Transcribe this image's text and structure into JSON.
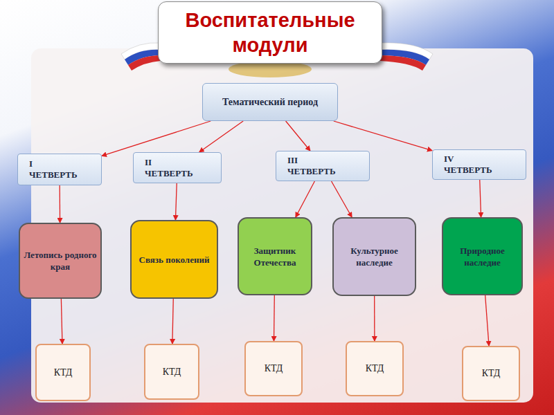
{
  "diagram": {
    "title": "Воспитательные модули",
    "nodes": [
      {
        "text": [
          "Тематический период"
        ]
      },
      {
        "text": [
          "I ЧЕТВЕРТЬ"
        ]
      },
      {
        "text": [
          "II ЧЕТВЕРТЬ"
        ]
      },
      {
        "text": [
          "III ЧЕТВЕРТЬ"
        ]
      },
      {
        "text": [
          "IV ЧЕТВЕРТЬ"
        ]
      },
      {
        "text": [
          "Летопись родного края"
        ]
      },
      {
        "text": [
          "Связь поколений"
        ]
      },
      {
        "text": [
          "Защитник Отечества"
        ]
      },
      {
        "text": [
          "Культурное наследие"
        ]
      },
      {
        "text": [
          "Природное наследие"
        ]
      },
      {
        "text": [
          "КТД"
        ]
      },
      {
        "text": [
          "КТД"
        ]
      },
      {
        "text": [
          "КТД"
        ]
      },
      {
        "text": [
          "КТД"
        ]
      },
      {
        "text": [
          "КТД"
        ]
      }
    ],
    "edges": [
      {
        "from": 0,
        "to": 1,
        "arrow": "to"
      },
      {
        "from": 0,
        "to": 2,
        "arrow": "to"
      },
      {
        "from": 0,
        "to": 3,
        "arrow": "to"
      },
      {
        "from": 0,
        "to": 4,
        "arrow": "to"
      },
      {
        "from": 1,
        "to": 5,
        "arrow": "to"
      },
      {
        "from": 2,
        "to": 6,
        "arrow": "to"
      },
      {
        "from": 3,
        "to": 7,
        "arrow": "to"
      },
      {
        "from": 3,
        "to": 8,
        "arrow": "to"
      },
      {
        "from": 4,
        "to": 9,
        "arrow": "to"
      },
      {
        "from": 5,
        "to": 10,
        "arrow": "to"
      },
      {
        "from": 6,
        "to": 11,
        "arrow": "to"
      },
      {
        "from": 7,
        "to": 12,
        "arrow": "to"
      },
      {
        "from": 8,
        "to": 13,
        "arrow": "to"
      },
      {
        "from": 9,
        "to": 14,
        "arrow": "to"
      }
    ]
  }
}
